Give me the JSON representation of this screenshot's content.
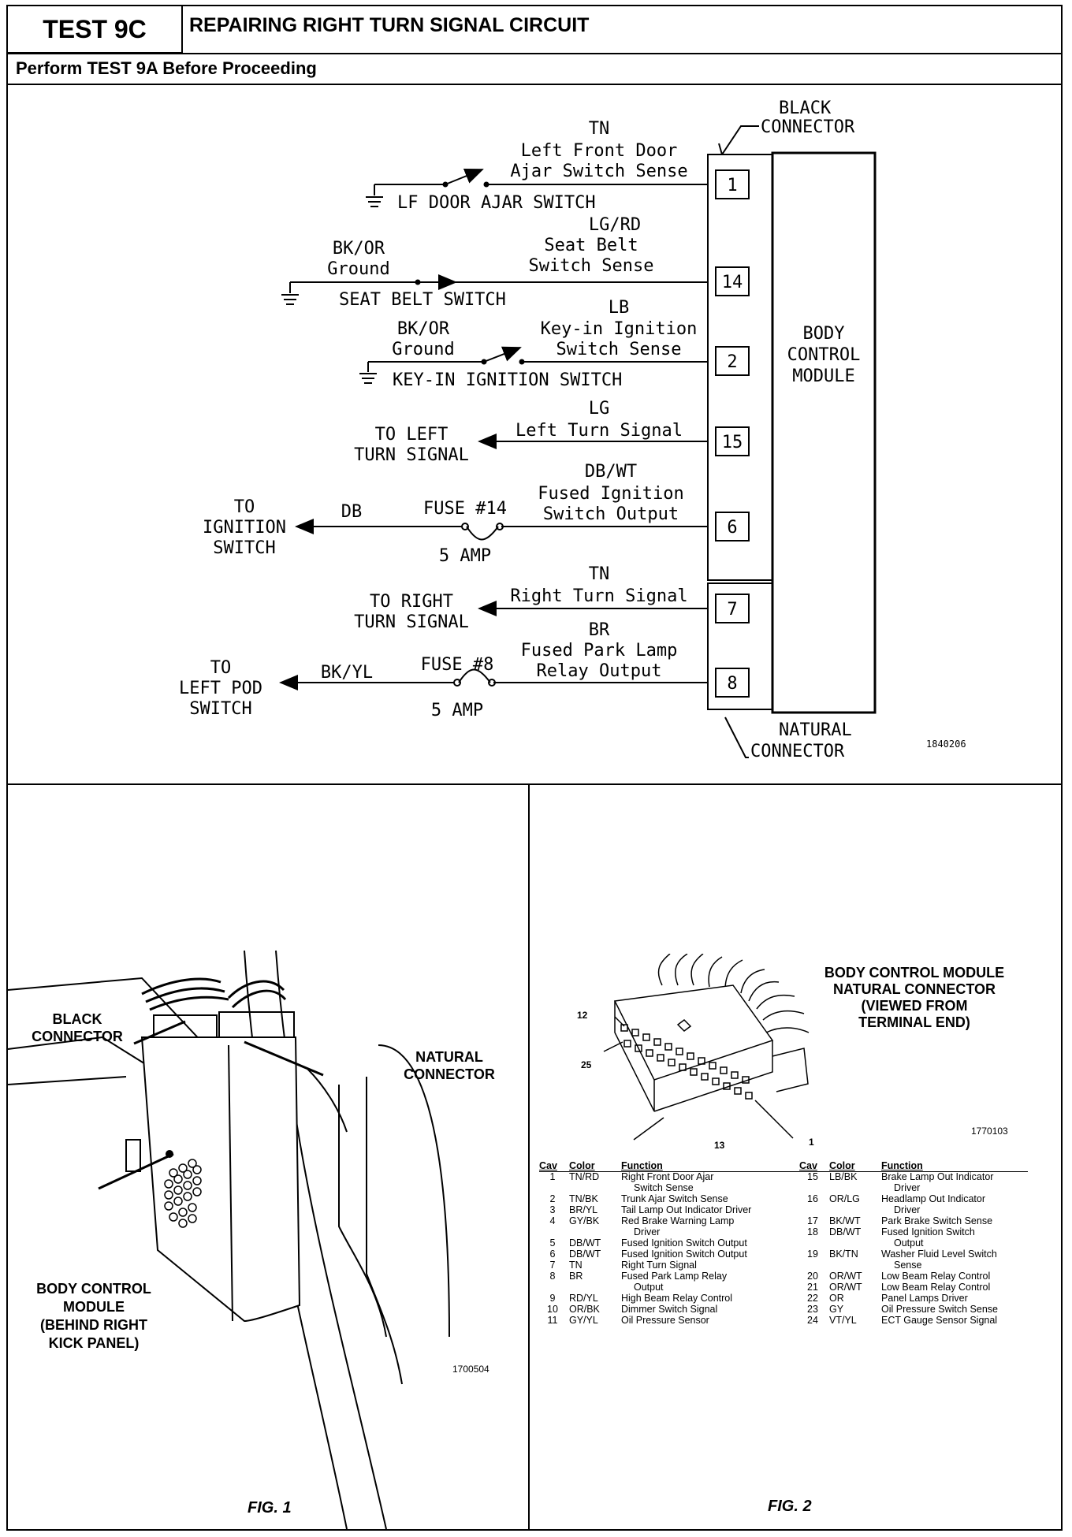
{
  "header": {
    "test_id": "TEST 9C",
    "title": "REPAIRING RIGHT TURN SIGNAL CIRCUIT",
    "subtitle": "Perform TEST 9A Before Proceeding"
  },
  "schematic": {
    "black_connector": [
      "BLACK",
      "CONNECTOR"
    ],
    "natural_connector": [
      "NATURAL",
      "CONNECTOR"
    ],
    "module": [
      "BODY",
      "CONTROL",
      "MODULE"
    ],
    "ref": "1840206",
    "circuits": [
      {
        "pin": "1",
        "color": "TN",
        "function": [
          "Left Front Door",
          "Ajar Switch Sense"
        ],
        "device": "LF DOOR AJAR SWITCH"
      },
      {
        "pin": "14",
        "color": "LG/RD",
        "function": [
          "Seat Belt",
          "Switch Sense"
        ],
        "ground": [
          "BK/OR",
          "Ground"
        ],
        "device": "SEAT BELT SWITCH"
      },
      {
        "pin": "2",
        "color": "LB",
        "function": [
          "Key-in Ignition",
          "Switch Sense"
        ],
        "ground": [
          "BK/OR",
          "Ground"
        ],
        "device": "KEY-IN IGNITION SWITCH"
      },
      {
        "pin": "15",
        "color": "LG",
        "function": [
          "Left Turn Signal"
        ],
        "dest": [
          "TO LEFT",
          "TURN SIGNAL"
        ]
      },
      {
        "pin": "6",
        "color": "DB/WT",
        "function": [
          "Fused Ignition",
          "Switch Output"
        ],
        "dest": [
          "TO",
          "IGNITION",
          "SWITCH"
        ],
        "wire": "DB",
        "fuse": "FUSE #14",
        "amp": "5 AMP"
      },
      {
        "pin": "7",
        "color": "TN",
        "function": [
          "Right Turn Signal"
        ],
        "dest": [
          "TO RIGHT",
          "TURN SIGNAL"
        ]
      },
      {
        "pin": "8",
        "color": "BR",
        "function": [
          "Fused Park Lamp",
          "Relay Output"
        ],
        "dest": [
          "TO",
          "LEFT POD",
          "SWITCH"
        ],
        "wire": "BK/YL",
        "fuse": "FUSE #8",
        "amp": "5 AMP"
      }
    ]
  },
  "fig1": {
    "label": "FIG. 1",
    "black_connector": [
      "BLACK",
      "CONNECTOR"
    ],
    "natural_connector": [
      "NATURAL",
      "CONNECTOR"
    ],
    "module": [
      "BODY CONTROL",
      "MODULE",
      "(BEHIND RIGHT",
      "KICK PANEL)"
    ],
    "ref": "1700504"
  },
  "fig2": {
    "label": "FIG. 2",
    "title": [
      "BODY CONTROL MODULE",
      "NATURAL CONNECTOR",
      "(VIEWED FROM",
      "TERMINAL END)"
    ],
    "ref": "1770103",
    "pin_labels": {
      "p12": "12",
      "p25": "25",
      "p13": "13",
      "p1": "1"
    },
    "headers": {
      "cav": "Cav",
      "color": "Color",
      "function": "Function"
    },
    "left_rows": [
      {
        "cav": "1",
        "color": "TN/RD",
        "function": "Right Front Door Ajar",
        "function2": "Switch Sense"
      },
      {
        "cav": "2",
        "color": "TN/BK",
        "function": "Trunk Ajar Switch Sense"
      },
      {
        "cav": "3",
        "color": "BR/YL",
        "function": "Tail Lamp Out Indicator Driver"
      },
      {
        "cav": "4",
        "color": "GY/BK",
        "function": "Red Brake Warning Lamp",
        "function2": "Driver"
      },
      {
        "cav": "5",
        "color": "DB/WT",
        "function": "Fused Ignition Switch Output"
      },
      {
        "cav": "6",
        "color": "DB/WT",
        "function": "Fused Ignition Switch Output"
      },
      {
        "cav": "7",
        "color": "TN",
        "function": "Right Turn Signal"
      },
      {
        "cav": "8",
        "color": "BR",
        "function": "Fused Park Lamp Relay",
        "function2": "Output"
      },
      {
        "cav": "9",
        "color": "RD/YL",
        "function": "High Beam Relay Control"
      },
      {
        "cav": "10",
        "color": "OR/BK",
        "function": "Dimmer Switch Signal"
      },
      {
        "cav": "11",
        "color": "GY/YL",
        "function": "Oil Pressure Sensor"
      }
    ],
    "right_rows": [
      {
        "cav": "15",
        "color": "LB/BK",
        "function": "Brake Lamp Out Indicator",
        "function2": "Driver"
      },
      {
        "cav": "16",
        "color": "OR/LG",
        "function": "Headlamp Out Indicator",
        "function2": "Driver"
      },
      {
        "cav": "17",
        "color": "BK/WT",
        "function": "Park Brake Switch Sense"
      },
      {
        "cav": "18",
        "color": "DB/WT",
        "function": "Fused Ignition Switch",
        "function2": "Output"
      },
      {
        "cav": "19",
        "color": "BK/TN",
        "function": "Washer Fluid Level Switch",
        "function2": "Sense"
      },
      {
        "cav": "20",
        "color": "OR/WT",
        "function": "Low Beam Relay Control"
      },
      {
        "cav": "21",
        "color": "OR/WT",
        "function": "Low Beam Relay Control"
      },
      {
        "cav": "22",
        "color": "OR",
        "function": "Panel Lamps Driver"
      },
      {
        "cav": "23",
        "color": "GY",
        "function": "Oil Pressure Switch Sense"
      },
      {
        "cav": "24",
        "color": "VT/YL",
        "function": "ECT Gauge Sensor Signal"
      }
    ]
  }
}
